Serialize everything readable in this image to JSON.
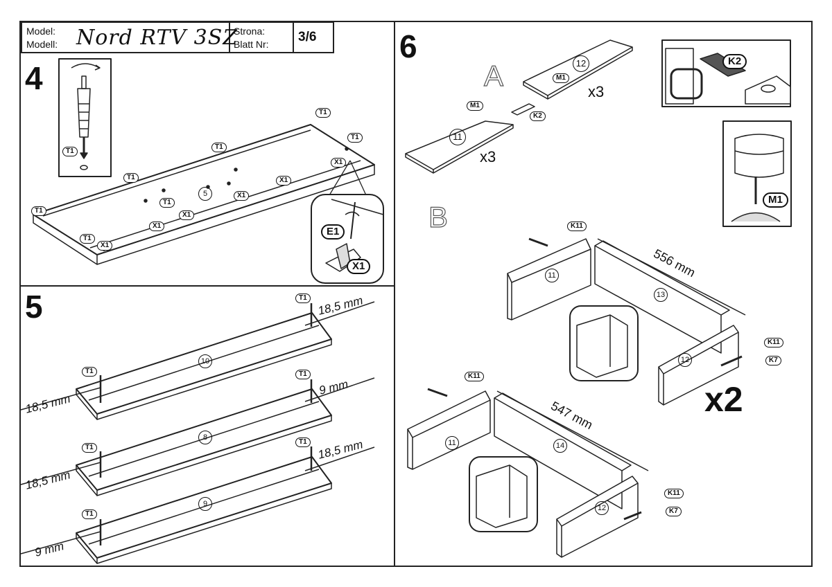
{
  "header": {
    "model_label_1": "Model:",
    "model_label_2": "Modell:",
    "model_name": "Nord RTV 3SZ",
    "page_label_1": "Strona:",
    "page_label_2": "Blatt Nr:",
    "page_number": "3/6"
  },
  "step4": {
    "number": "4",
    "panel": "5",
    "inset_tag": "T1",
    "zoom_tags": [
      "E1",
      "X1"
    ],
    "t1_tags": [
      "T1",
      "T1",
      "T1",
      "T1",
      "T1",
      "T1",
      "T1"
    ],
    "x1_tags": [
      "X1",
      "X1",
      "X1",
      "X1",
      "X1",
      "X1"
    ]
  },
  "step5": {
    "number": "5",
    "panels": [
      "10",
      "8",
      "9"
    ],
    "tag": "T1",
    "dims": [
      "18,5 mm",
      "18,5 mm",
      "9 mm",
      "18,5 mm",
      "18,5 mm",
      "9 mm"
    ]
  },
  "step6": {
    "number": "6",
    "sub_a": "A",
    "sub_b": "B",
    "a_parts": [
      "11",
      "12"
    ],
    "a_qty": [
      "x3",
      "x3"
    ],
    "a_tags": [
      "M1",
      "M1",
      "K2"
    ],
    "inset_tags": [
      "K2",
      "M1"
    ],
    "b_parts_top": [
      "11",
      "13",
      "12"
    ],
    "b_parts_bottom": [
      "11",
      "14",
      "12"
    ],
    "dim_top": "556 mm",
    "dim_bottom": "547 mm",
    "b_tags": [
      "K11",
      "K11",
      "K7",
      "K11",
      "K11",
      "K7"
    ],
    "multiplier": "x2"
  }
}
